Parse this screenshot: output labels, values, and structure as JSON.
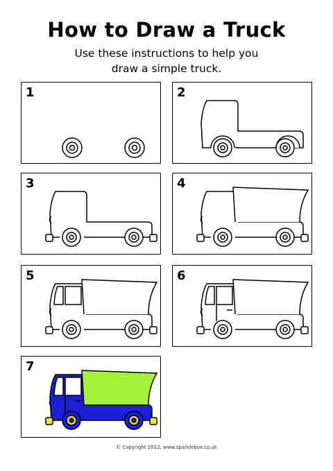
{
  "header": {
    "title": "How to Draw a Truck",
    "subtitle_line1": "Use these instructions to help you",
    "subtitle_line2": "draw a simple truck."
  },
  "steps": [
    {
      "number": "1"
    },
    {
      "number": "2"
    },
    {
      "number": "3"
    },
    {
      "number": "4"
    },
    {
      "number": "5"
    },
    {
      "number": "6"
    },
    {
      "number": "7"
    }
  ],
  "colors": {
    "cab": "#1c1fd6",
    "load": "#a6f23a",
    "wheel": "#f4e51c",
    "outline": "#000000"
  },
  "footer": {
    "copyright": "© Copyright 2012, www.sparklebox.co.uk"
  }
}
